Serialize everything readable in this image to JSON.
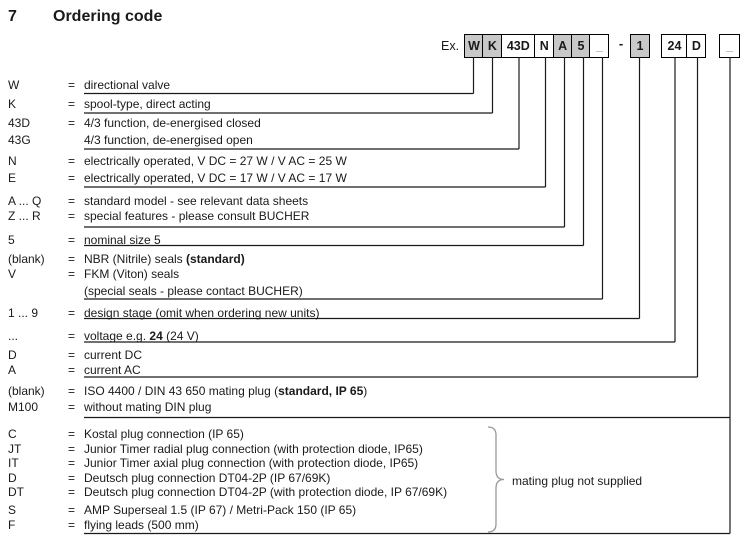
{
  "title": {
    "number": "7",
    "text": "Ordering code"
  },
  "example": {
    "label": "Ex.",
    "separator": "-",
    "boxes": [
      {
        "label": "W",
        "filled": true
      },
      {
        "label": "K",
        "filled": true
      },
      {
        "label": "43D",
        "filled": false
      },
      {
        "label": "N",
        "filled": false
      },
      {
        "label": "A",
        "filled": true
      },
      {
        "label": "5",
        "filled": true
      },
      {
        "label": "_",
        "filled": false
      },
      {
        "label": "1",
        "filled": true
      },
      {
        "label": "24",
        "filled": false
      },
      {
        "label": "D",
        "filled": false
      },
      {
        "label": "_",
        "filled": false
      }
    ]
  },
  "rows": [
    {
      "code": "W",
      "eq": "=",
      "pre": "directional valve"
    },
    {
      "code": "K",
      "eq": "=",
      "pre": "spool-type, direct acting"
    },
    {
      "code": "43D",
      "eq": "=",
      "pre": "4/3 function, de-energised closed"
    },
    {
      "code": "43G",
      "eq": "",
      "pre": "4/3 function, de-energised open"
    },
    {
      "code": "N",
      "eq": "=",
      "pre": "electrically operated, V DC = 27 W  /  V AC = 25 W"
    },
    {
      "code": "E",
      "eq": "=",
      "pre": "electrically operated, V DC = 17 W  /  V AC = 17 W"
    },
    {
      "code": "A ... Q",
      "eq": "=",
      "pre": "standard model - see relevant data sheets"
    },
    {
      "code": "Z ... R",
      "eq": "=",
      "pre": "special features - please consult BUCHER"
    },
    {
      "code": "5",
      "eq": "=",
      "pre": "nominal size 5"
    },
    {
      "code": "(blank)",
      "eq": "=",
      "pre": "NBR (Nitrile) seals  ",
      "bold": "(standard)",
      "post": ""
    },
    {
      "code": "V",
      "eq": "=",
      "pre": "FKM (Viton) seals"
    },
    {
      "code": "",
      "eq": "",
      "pre": "(special seals - please contact BUCHER)"
    },
    {
      "code": "1 ... 9",
      "eq": "=",
      "pre": "design stage (omit when ordering new units)"
    },
    {
      "code": "...",
      "eq": "=",
      "pre": "voltage e.g. ",
      "bold": "24",
      "post": " (24 V)"
    },
    {
      "code": "D",
      "eq": "=",
      "pre": "current  DC"
    },
    {
      "code": "A",
      "eq": "=",
      "pre": "current  AC"
    },
    {
      "code": "(blank)",
      "eq": "=",
      "pre": "ISO 4400 / DIN 43 650 mating plug (",
      "bold": "standard, IP 65",
      "post": ")"
    },
    {
      "code": "M100",
      "eq": "=",
      "pre": "without mating DIN plug"
    },
    {
      "code": "C",
      "eq": "=",
      "pre": "Kostal plug connection (IP 65)"
    },
    {
      "code": "JT",
      "eq": "=",
      "pre": "Junior Timer radial plug connection (with protection diode, IP65)"
    },
    {
      "code": "IT",
      "eq": "=",
      "pre": "Junior Timer axial plug connection (with protection diode, IP65)"
    },
    {
      "code": "D",
      "eq": "=",
      "pre": "Deutsch plug connection DT04-2P (IP 67/69K)"
    },
    {
      "code": "DT",
      "eq": "=",
      "pre": "Deutsch plug connection DT04-2P (with protection diode, IP 67/69K)"
    },
    {
      "code": "S",
      "eq": "=",
      "pre": "AMP Superseal 1.5 (IP 67) / Metri-Pack 150 (IP 65)"
    },
    {
      "code": "F",
      "eq": "=",
      "pre": "flying leads (500 mm)"
    }
  ],
  "brace_label": "mating plug not supplied",
  "colors": {
    "box_fill": "#c8c8c8",
    "line": "#1a1a1a",
    "muted": "#999999"
  }
}
